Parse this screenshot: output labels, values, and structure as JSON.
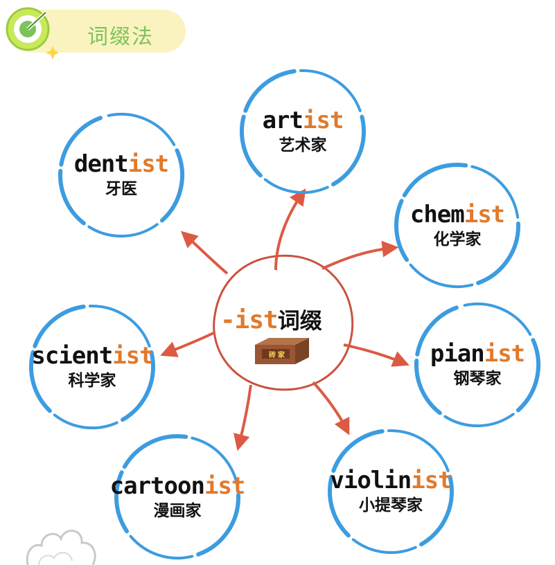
{
  "header": {
    "title": "词缀法",
    "badge_icon": "target-arrow-icon"
  },
  "center": {
    "title_suffix": "-ist",
    "title_text": "词缀",
    "brick_label": "砖家",
    "brick_icon": "brick-icon"
  },
  "nodes": [
    {
      "key": "artist",
      "stem": "art",
      "suffix": "ist",
      "meaning": "艺术家"
    },
    {
      "key": "dentist",
      "stem": "dent",
      "suffix": "ist",
      "meaning": "牙医"
    },
    {
      "key": "chemist",
      "stem": "chem",
      "suffix": "ist",
      "meaning": "化学家"
    },
    {
      "key": "scientist",
      "stem": "scient",
      "suffix": "ist",
      "meaning": "科学家"
    },
    {
      "key": "pianist",
      "stem": "pian",
      "suffix": "ist",
      "meaning": "钢琴家"
    },
    {
      "key": "cartoonist",
      "stem": "cartoon",
      "suffix": "ist",
      "meaning": "漫画家"
    },
    {
      "key": "violinist",
      "stem": "violin",
      "suffix": "ist",
      "meaning": "小提琴家"
    }
  ],
  "colors": {
    "ring": "#3d9ce0",
    "arrow": "#dc5a44",
    "suffix": "#e07a2c",
    "header_bg": "#fbf3bf",
    "header_text": "#7cc35a",
    "center_ring": "#c9523f"
  }
}
